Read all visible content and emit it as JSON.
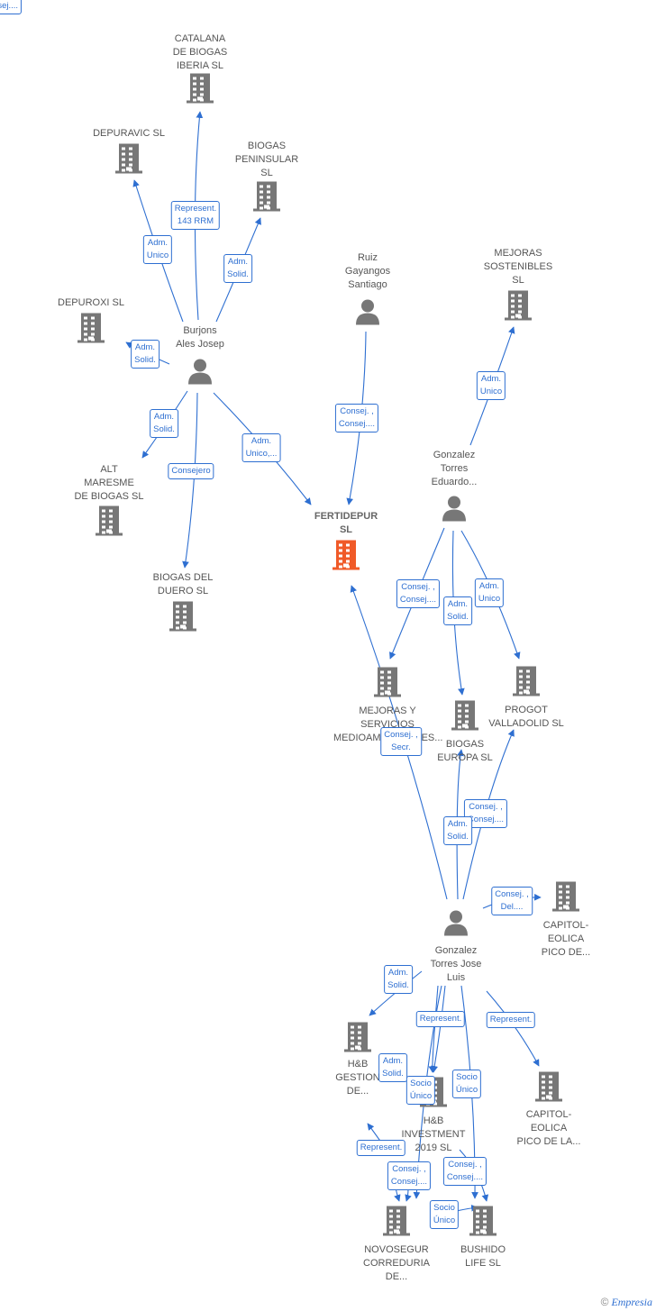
{
  "colors": {
    "node": "#777777",
    "focus": "#f05a28",
    "edge": "#2e6fd1"
  },
  "nodes": [
    {
      "id": "catalana",
      "type": "company",
      "label": "CATALANA\nDE BIOGAS\nIBERIA  SL"
    },
    {
      "id": "depuravic",
      "type": "company",
      "label": "DEPURAVIC  SL"
    },
    {
      "id": "peninsular",
      "type": "company",
      "label": "BIOGAS\nPENINSULAR\nSL"
    },
    {
      "id": "depuroxi",
      "type": "company",
      "label": "DEPUROXI SL"
    },
    {
      "id": "burjons",
      "type": "person",
      "label": "Burjons\nAles Josep"
    },
    {
      "id": "ruiz",
      "type": "person",
      "label": "Ruiz\nGayangos\nSantiago"
    },
    {
      "id": "mejorasSost",
      "type": "company",
      "label": "MEJORAS\nSOSTENIBLES\nSL"
    },
    {
      "id": "altMaresme",
      "type": "company",
      "label": "ALT\nMARESME\nDE BIOGAS  SL"
    },
    {
      "id": "fertidepur",
      "type": "focus",
      "label": "FERTIDEPUR\nSL"
    },
    {
      "id": "gonzEduardo",
      "type": "person",
      "label": "Gonzalez\nTorres\nEduardo..."
    },
    {
      "id": "duero",
      "type": "company",
      "label": "BIOGAS DEL\nDUERO SL"
    },
    {
      "id": "mejorasServ",
      "type": "company",
      "label": "MEJORAS Y\nSERVICIOS\nMEDIOAMBIENTALES..."
    },
    {
      "id": "biogasEuropa",
      "type": "company",
      "label": "BIOGAS\nEUROPA  SL"
    },
    {
      "id": "progot",
      "type": "company",
      "label": "PROGOT\nVALLADOLID SL"
    },
    {
      "id": "gonzJose",
      "type": "person",
      "label": "Gonzalez\nTorres Jose\nLuis"
    },
    {
      "id": "capitol1",
      "type": "company",
      "label": "CAPITOL-\nEOLICA\nPICO DE..."
    },
    {
      "id": "hbGestion",
      "type": "company",
      "label": "H&B\nGESTION\nDE..."
    },
    {
      "id": "hbInvest",
      "type": "company",
      "label": "H&B\nINVESTMENT\n2019  SL"
    },
    {
      "id": "capitol2",
      "type": "company",
      "label": "CAPITOL-\nEOLICA\nPICO DE LA..."
    },
    {
      "id": "novosegur",
      "type": "company",
      "label": "NOVOSEGUR\nCORREDURIA\nDE..."
    },
    {
      "id": "bushido",
      "type": "company",
      "label": "BUSHIDO\nLIFE  SL"
    }
  ],
  "edge_labels": [
    "Represent.\n143 RRM",
    "Adm.\nUnico",
    "Adm.\nSolid.",
    "Adm.\nSolid.",
    "Adm.\nSolid.",
    "Consejero",
    "Adm.\nUnico,...",
    "Consej. ,\nConsej....",
    "Adm.\nUnico",
    "Consej. ,\nConsej....",
    "Adm.\nUnico",
    "Adm.\nSolid.",
    "Consej. ,\nSecr.",
    "Consej. ,\nConsej....",
    "Adm.\nSolid.",
    "Consej. ,\nDel....",
    "Adm.\nSolid.",
    "Represent.",
    "Represent.",
    "Adm.\nSolid.",
    "Socio\nÚnico",
    "Socio\nÚnico",
    "Represent.",
    "Consej. ,\nConsej....",
    "Consej. ,\nConsej....",
    "Socio\nÚnico",
    "Consej. ,\nConsej...."
  ],
  "footer": {
    "copyright": "©",
    "brand": "Empresia"
  }
}
